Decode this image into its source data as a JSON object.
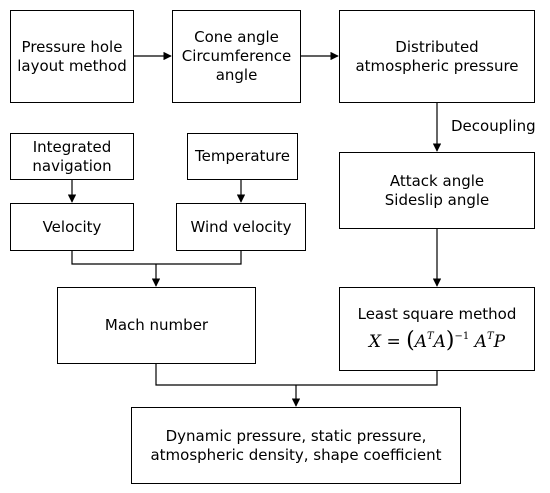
{
  "boxes": {
    "pressure_hole": {
      "lines": [
        "Pressure hole",
        "layout method"
      ]
    },
    "cone_angle": {
      "lines": [
        "Cone angle",
        "Circumference",
        "angle"
      ]
    },
    "distributed": {
      "lines": [
        "Distributed",
        "atmospheric pressure"
      ]
    },
    "integrated_nav": {
      "lines": [
        "Integrated",
        "navigation"
      ]
    },
    "temperature": {
      "lines": [
        "Temperature"
      ]
    },
    "velocity": {
      "lines": [
        "Velocity"
      ]
    },
    "wind_velocity": {
      "lines": [
        "Wind velocity"
      ]
    },
    "attack_angle": {
      "lines": [
        "Attack angle",
        "Sideslip angle"
      ]
    },
    "mach": {
      "lines": [
        "Mach number"
      ]
    },
    "least_square": {
      "lines": [
        "Least square method"
      ],
      "formula": {
        "lhs": "X",
        "eq": "=",
        "A": "A",
        "T": "T",
        "inv": "−1",
        "P": "P"
      }
    },
    "dynamic": {
      "lines": [
        "Dynamic pressure, static pressure,",
        "atmospheric density, shape coefficient"
      ]
    }
  },
  "edge_labels": {
    "decoupling": "Decoupling"
  }
}
